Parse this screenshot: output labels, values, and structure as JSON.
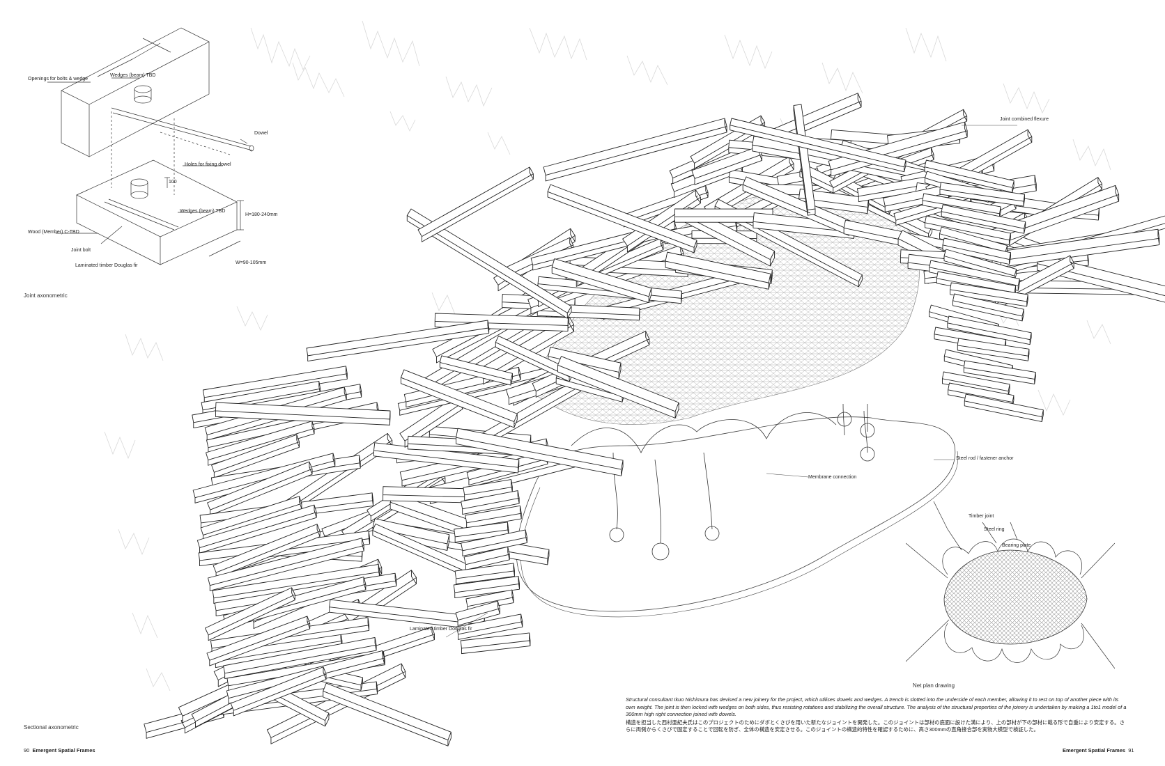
{
  "annotations": {
    "joint_top_left": "Openings for bolts & wedge",
    "joint_wedge_top": "Wedges (beam) TBD",
    "joint_dowel": "Dowel",
    "joint_hole": "Holes for fixing dowel",
    "joint_dim_small": "100",
    "joint_wedge_lower": "Wedges (beam) TBD",
    "joint_dim_h": "H=180-240mm",
    "joint_dim_w": "W=90-105mm",
    "joint_wood_left": "Wood (Member) C-TBD",
    "joint_material": "Laminated timber Douglas fir",
    "joint_bolt": "Joint bolt",
    "top_right_label": "Joint combined flexure",
    "right_label": "Steel rod / fastener anchor",
    "center_label": "Membrane connection",
    "bottom_left_label": "Laminated timber Douglas fir",
    "plan_label_a": "Timber joint",
    "plan_label_b": "Steel ring",
    "plan_label_c": "Bearing plate"
  },
  "captions": {
    "joint_axonometric": "Joint axonometric",
    "sectional_axonometric": "Sectional axonometric",
    "net_plan": "Net plan drawing"
  },
  "body_text": {
    "english": "Structural consultant Ikuo Nishimura has devised a new joinery for the project, which utilises dowels and wedges. A trench is slotted into the underside of each member, allowing it to rest on top of another piece with its own weight. The joint is then locked with wedges on both sides, thus resisting rotations and stabilizing the overall structure. The analysis of the structural properties of the joinery is undertaken by making a 1to1 model of a 300mm high right connection joined with dowels.",
    "japanese": "構造を担当した西村亜紀夫氏はこのプロジェクトのためにダボとくさびを用いた新たなジョイントを開発した。このジョイントは部材の底面に設けた溝により、上の部材が下の部材に載る形で自重により安定する。さらに両側からくさびで固定することで回転を防ぎ、全体の構造を安定させる。このジョイントの構造的特性を確認するために、高さ300mmの直角接合部を実物大模型で検証した。"
  },
  "footer": {
    "left_page": "90",
    "left_title": "Emergent Spatial Frames",
    "right_title": "Emergent Spatial Frames",
    "right_page": "91"
  }
}
